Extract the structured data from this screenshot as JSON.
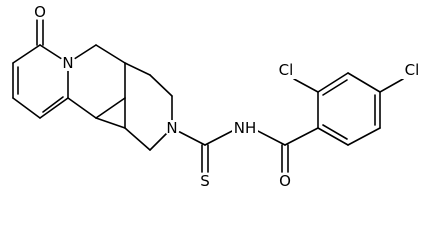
{
  "molecule": {
    "atoms": {
      "ketone_oxygen": "O",
      "ring_nitrogen": "N",
      "piperidine_nitrogen": "N",
      "thio_sulfur": "S",
      "amide_nitrogen": "NH",
      "amide_oxygen": "O",
      "chlorine_ortho": "Cl",
      "chlorine_para": "Cl"
    }
  }
}
